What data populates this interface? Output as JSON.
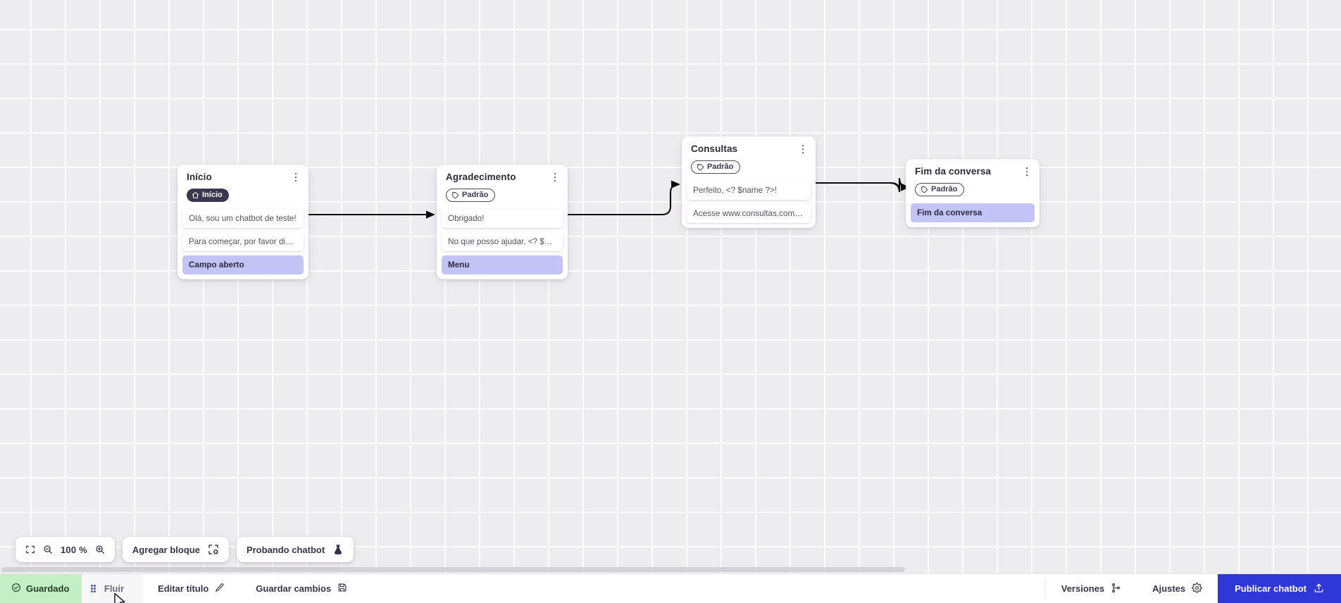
{
  "canvas": {
    "background_color": "#edecef",
    "grid_line_color": "#ffffff",
    "zoom_level": "100 %"
  },
  "nodes": [
    {
      "id": "inicio",
      "title": "Início",
      "badge": {
        "label": "Início",
        "icon": "home-icon",
        "style": "dark"
      },
      "messages": [
        {
          "text": "Olá, sou um chatbot de teste!",
          "accent": false
        },
        {
          "text": "Para começar, por favor digite o ...",
          "accent": false
        },
        {
          "text": "Campo aberto",
          "accent": true
        }
      ]
    },
    {
      "id": "agradecimento",
      "title": "Agradecimento",
      "badge": {
        "label": "Padrão",
        "icon": "tag-icon",
        "style": "outline"
      },
      "messages": [
        {
          "text": "Obrigado!",
          "accent": false
        },
        {
          "text": "No que posso ajudar, <? $name ...",
          "accent": false
        },
        {
          "text": "Menu",
          "accent": true
        }
      ]
    },
    {
      "id": "consultas",
      "title": "Consultas",
      "badge": {
        "label": "Padrão",
        "icon": "tag-icon",
        "style": "outline"
      },
      "messages": [
        {
          "text": "Perfeito, <? $name ?>!",
          "accent": false
        },
        {
          "text": "Acesse www.consultas.com par...",
          "accent": false
        }
      ]
    },
    {
      "id": "fim-da-conversa",
      "title": "Fim da conversa",
      "badge": {
        "label": "Padrão",
        "icon": "tag-icon",
        "style": "outline"
      },
      "messages": [
        {
          "text": "Fim da conversa",
          "accent": true
        }
      ]
    }
  ],
  "floating_toolbar": {
    "fit_icon": "fit-screen-icon",
    "zoom_out_icon": "zoom-out-icon",
    "zoom_value": "100 %",
    "zoom_in_icon": "zoom-in-icon",
    "add_block_label": "Agregar bloque",
    "add_block_icon": "add-block-icon",
    "test_chatbot_label": "Probando chatbot",
    "test_chatbot_icon": "flask-icon"
  },
  "bottom_bar": {
    "saved_label": "Guardado",
    "saved_icon": "check-circle-icon",
    "saved_bg": "#c4eec4",
    "flow_tab_label": "Fluir",
    "drag_handle_icon": "drag-dots-icon",
    "edit_title_label": "Editar título",
    "edit_title_icon": "pencil-icon",
    "save_changes_label": "Guardar cambios",
    "save_changes_icon": "floppy-disk-icon",
    "versions_label": "Versiones",
    "versions_icon": "branch-icon",
    "settings_label": "Ajustes",
    "settings_icon": "gear-icon",
    "publish_label": "Publicar chatbot",
    "publish_icon": "upload-icon",
    "publish_color": "#2f37d8"
  }
}
